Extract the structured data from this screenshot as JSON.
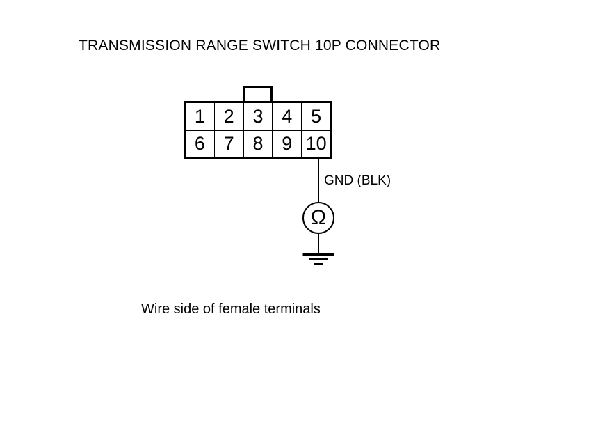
{
  "diagram": {
    "title": "TRANSMISSION RANGE SWITCH 10P CONNECTOR",
    "caption": "Wire side of female terminals",
    "line_color": "#000000",
    "background_color": "#ffffff"
  },
  "connector": {
    "pin_count": 10,
    "columns": 5,
    "rows": 2,
    "tab_icon": "connector-locking-tab",
    "pin_rows": [
      {
        "pins": [
          "1",
          "2",
          "3",
          "4",
          "5"
        ]
      },
      {
        "pins": [
          "6",
          "7",
          "8",
          "9",
          "10"
        ]
      }
    ]
  },
  "measurement": {
    "wire_label": "GND (BLK)",
    "from_pin": "10",
    "meter_symbol": "Ω",
    "meter_icon": "ohmmeter-icon",
    "ground_icon": "earth-ground-icon"
  }
}
